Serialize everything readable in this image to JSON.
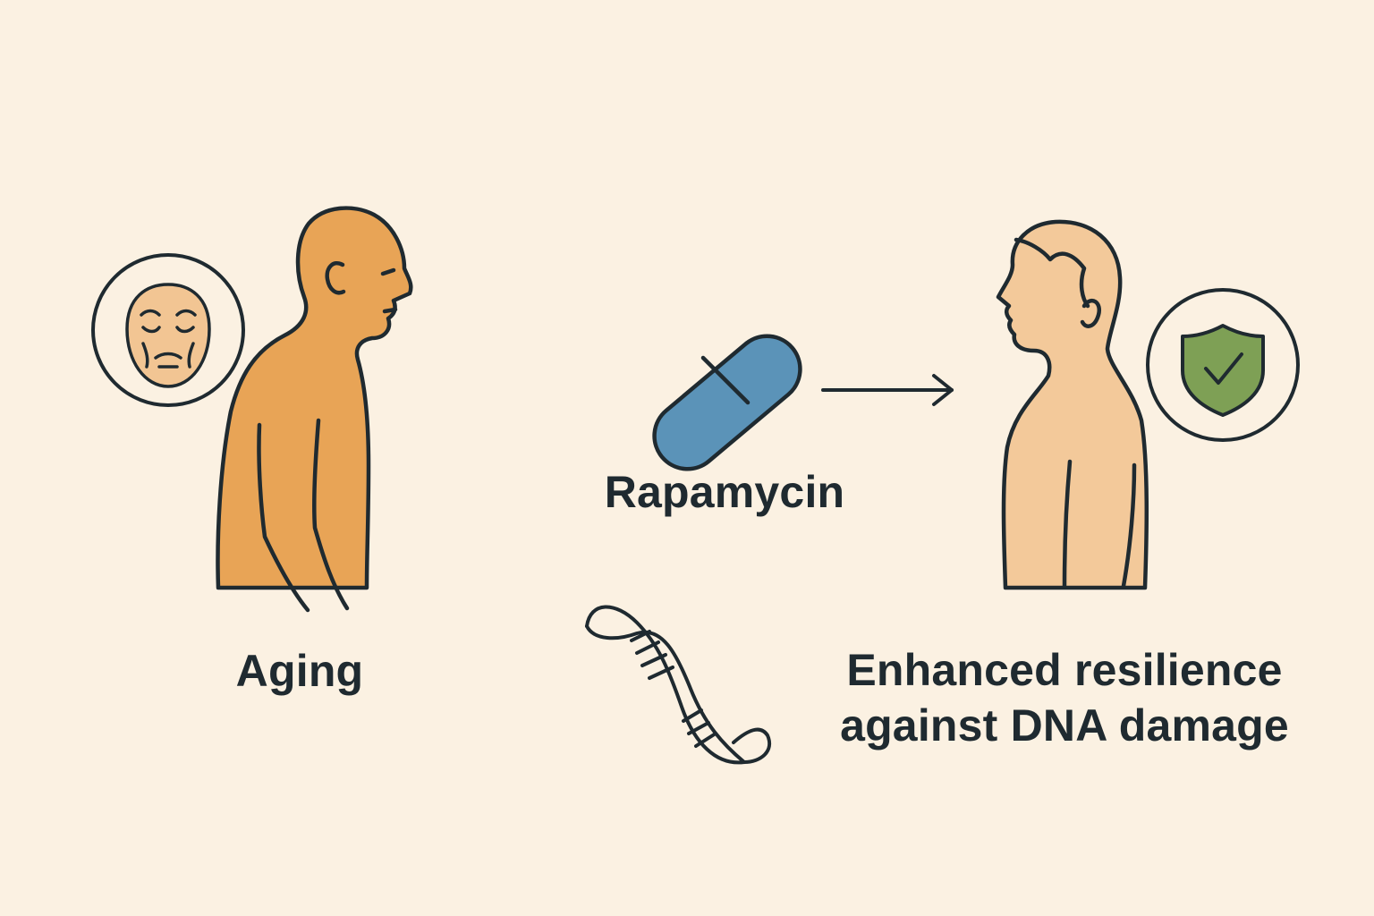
{
  "labels": {
    "aging": "Aging",
    "drug": "Rapamycin",
    "outcome_line1": "Enhanced resilience",
    "outcome_line2": "against DNA damage"
  },
  "icons": {
    "aging_face": "wrinkled-face-icon",
    "pill": "capsule-pill-icon",
    "arrow": "right-arrow-icon",
    "protection": "shield-check-icon",
    "dna": "dna-helix-icon"
  },
  "colors": {
    "background": "#fbf1e2",
    "older_figure": "#e8a456",
    "younger_figure": "#f3c99a",
    "face_badge": "#f2c593",
    "pill": "#5b93b8",
    "shield": "#7ea055",
    "stroke": "#1f2a30"
  }
}
